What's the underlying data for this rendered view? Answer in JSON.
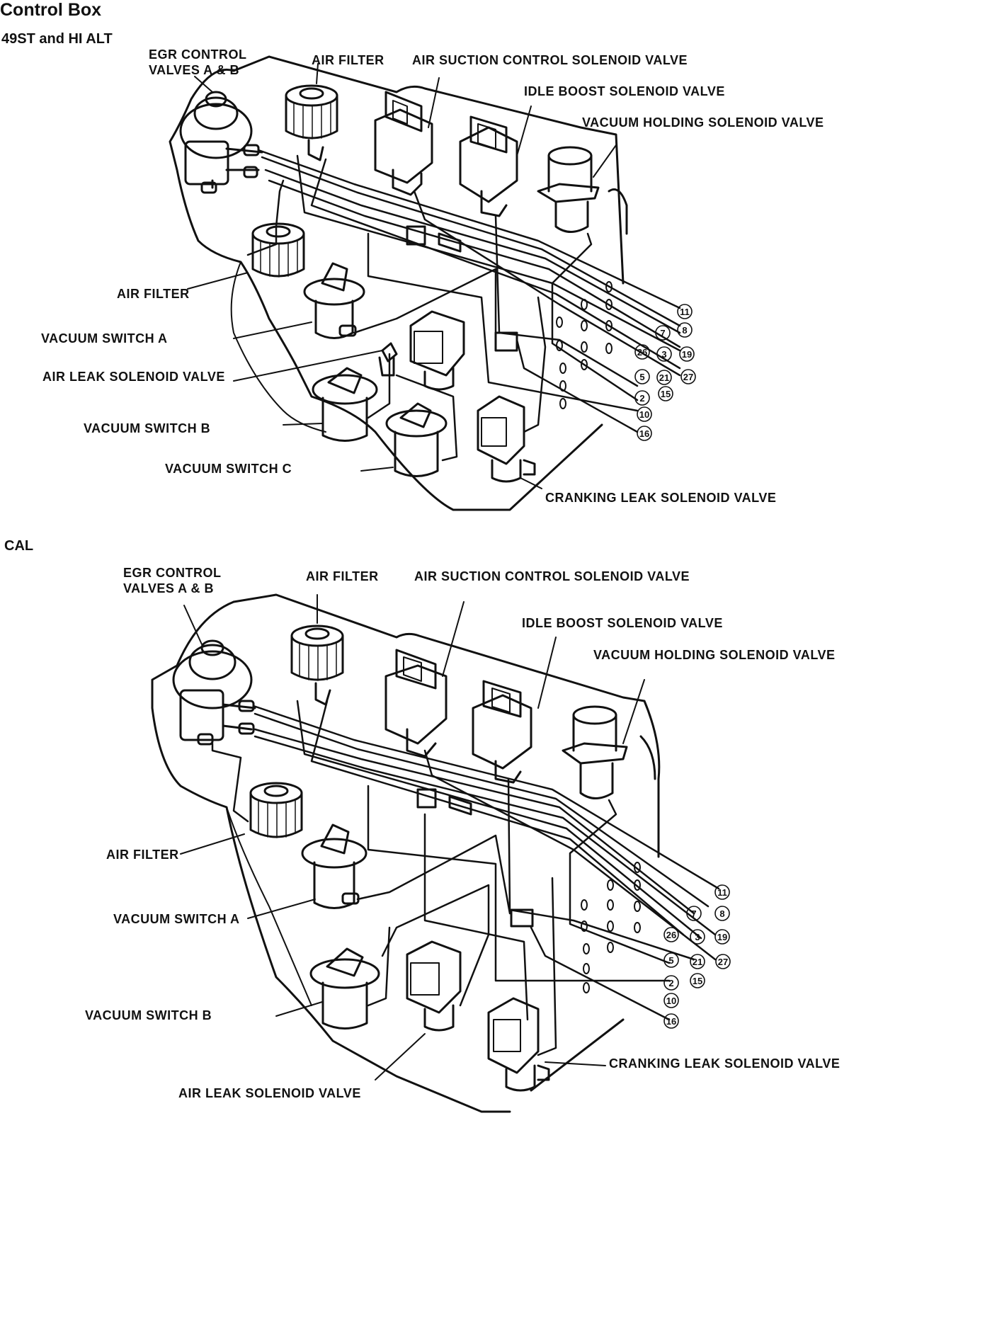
{
  "page": {
    "title": "Control Box"
  },
  "diagrams": [
    {
      "variant": "49ST and HI ALT",
      "labels": {
        "egr_line1": "EGR CONTROL",
        "egr_line2": "VALVES A & B",
        "air_filter_top": "AIR FILTER",
        "air_suction": "AIR SUCTION CONTROL SOLENOID VALVE",
        "idle_boost": "IDLE BOOST SOLENOID VALVE",
        "vacuum_holding": "VACUUM HOLDING SOLENOID VALVE",
        "air_filter_left": "AIR FILTER",
        "vacuum_switch_a": "VACUUM SWITCH A",
        "air_leak": "AIR LEAK SOLENOID VALVE",
        "vacuum_switch_b": "VACUUM SWITCH B",
        "vacuum_switch_c": "VACUUM SWITCH C",
        "cranking_leak": "CRANKING LEAK SOLENOID VALVE"
      },
      "hose_numbers": [
        "11",
        "8",
        "7",
        "19",
        "3",
        "26",
        "27",
        "21",
        "5",
        "15",
        "2",
        "10",
        "16"
      ]
    },
    {
      "variant": "CAL",
      "labels": {
        "egr_line1": "EGR CONTROL",
        "egr_line2": "VALVES A & B",
        "air_filter_top": "AIR FILTER",
        "air_suction": "AIR SUCTION CONTROL SOLENOID VALVE",
        "idle_boost": "IDLE BOOST SOLENOID VALVE",
        "vacuum_holding": "VACUUM HOLDING SOLENOID VALVE",
        "air_filter_left": "AIR FILTER",
        "vacuum_switch_a": "VACUUM SWITCH A",
        "vacuum_switch_b": "VACUUM SWITCH B",
        "air_leak": "AIR LEAK SOLENOID VALVE",
        "cranking_leak": "CRANKING LEAK SOLENOID VALVE"
      },
      "hose_numbers": [
        "11",
        "8",
        "7",
        "19",
        "3",
        "26",
        "27",
        "21",
        "5",
        "15",
        "2",
        "10",
        "16"
      ]
    }
  ],
  "colors": {
    "ink": "#111111",
    "paper": "#ffffff"
  }
}
